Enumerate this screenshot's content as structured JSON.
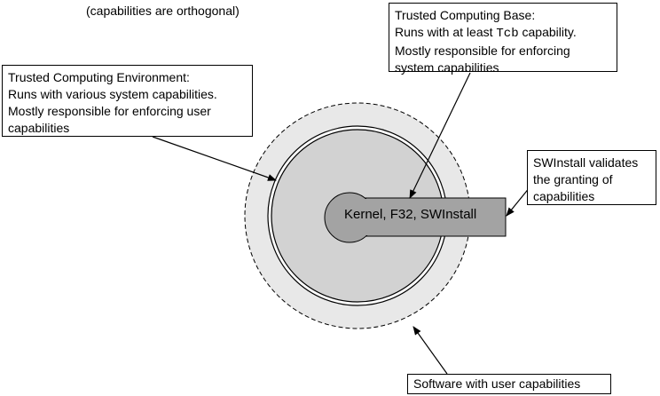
{
  "note": "(capabilities are orthogonal)",
  "tcb": {
    "title": "Trusted Computing Base:",
    "line2_prefix": "Runs with at least ",
    "line2_code": "Tcb",
    "line2_suffix": " capability.",
    "line3": "Mostly responsible for enforcing",
    "line4": "system capabilities"
  },
  "tce": {
    "title": "Trusted Computing Environment:",
    "line2": "Runs with various system capabilities.",
    "line3": "Mostly responsible for enforcing user",
    "line4": "capabilities"
  },
  "swinstall_note": {
    "line1": "SWInstall validates",
    "line2": "the granting of",
    "line3": "capabilities"
  },
  "user_software": "Software with user capabilities",
  "kernel_label": "Kernel, F32, SWInstall",
  "colors": {
    "outer_fill": "#e8e8e8",
    "tce_fill": "#d2d2d2",
    "kernel_fill": "#a3a3a3",
    "stroke": "#000000"
  }
}
